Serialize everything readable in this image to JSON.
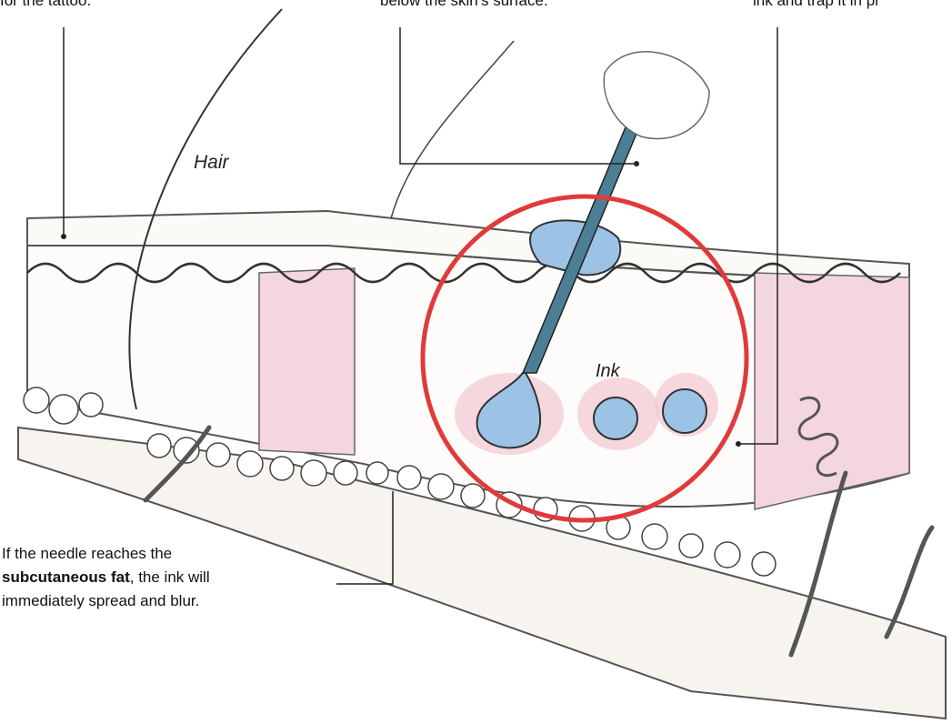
{
  "labels": {
    "top_left_fragment": "for the tattoo.",
    "top_middle_fragment": "below the skin's surface.",
    "top_right_fragment": "ink and trap it in pl",
    "hair": "Hair",
    "ink": "Ink"
  },
  "fat_note": {
    "line1": "If the needle reaches the",
    "bold": "subcutaneous fat",
    "line2_rest": ", the ink will",
    "line3": "immediately spread and blur."
  },
  "icons": [
    "skin-cross-section",
    "tattoo-needle",
    "hair-strand",
    "fat-cell",
    "sweat-gland",
    "blood-vessel",
    "ink-droplet",
    "highlight-circle"
  ],
  "colors": {
    "highlight": "#e03a3a",
    "ink": "#9cc3e6",
    "dermis_pink": "#f3d6df",
    "line": "#444444"
  }
}
